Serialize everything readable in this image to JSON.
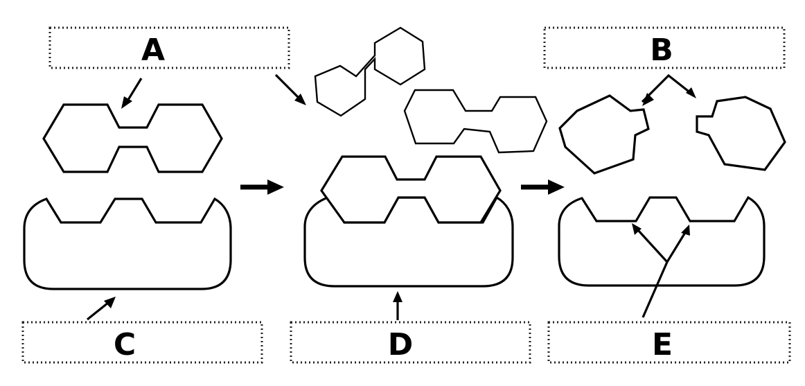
{
  "labels": {
    "A": "A",
    "B": "B",
    "C": "C",
    "D": "D",
    "E": "E"
  },
  "colors": {
    "stroke": "#000000",
    "background": "#ffffff",
    "box_border": "#222222"
  }
}
